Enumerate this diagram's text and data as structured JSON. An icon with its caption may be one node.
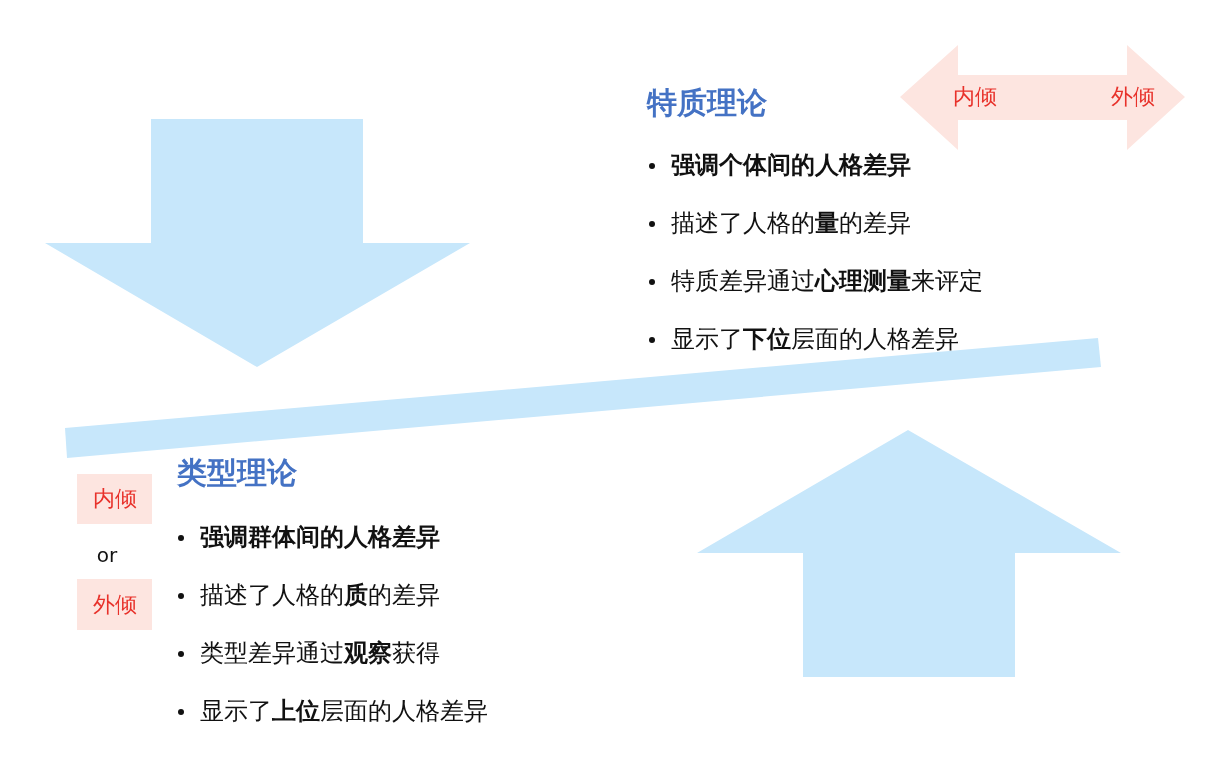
{
  "diagram": {
    "nodes": [
      {
        "text": [
          "内倾",
          "外倾"
        ]
      },
      {
        "text": [
          "内倾"
        ]
      },
      {
        "text": [
          "外倾"
        ]
      }
    ],
    "labels": [
      "特质理论",
      "强调个体间的人格差异",
      "描述了人格的**量**的差异",
      "特质差异通过**心理测量**来评定",
      "显示了**下位**层面的人格差异",
      "类型理论",
      "or",
      "强调群体间的人格差异",
      "描述了人格的**质**的差异",
      "类型差异通过**观察**获得",
      "显示了**上位**层面的人格差异"
    ]
  }
}
